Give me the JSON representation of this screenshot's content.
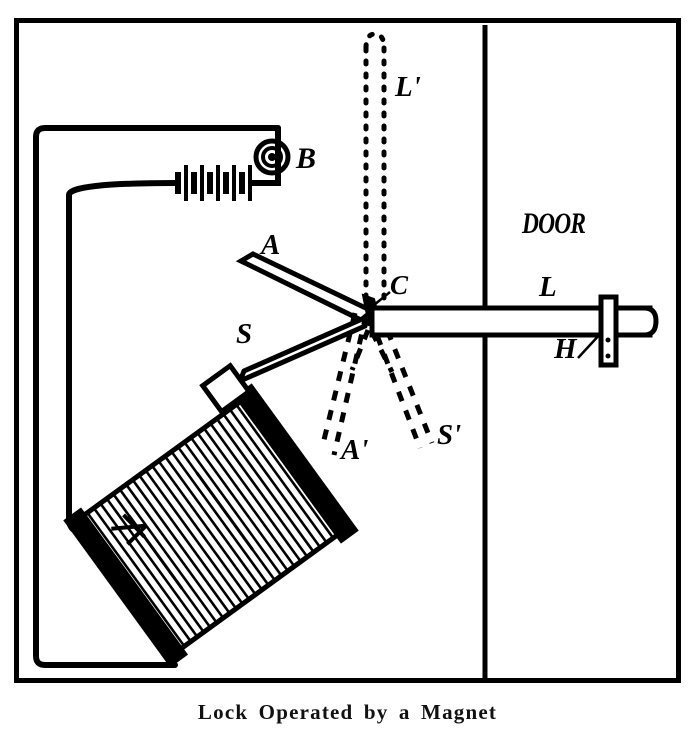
{
  "figure": {
    "caption": "Lock Operated by a Magnet",
    "border_color": "#000000",
    "ink_color": "#000000",
    "background_color": "#ffffff"
  },
  "labels": {
    "bell_push": "B",
    "armature_arm": "A",
    "spring_arm": "S",
    "armature_arm_alt": "A'",
    "spring_arm_alt": "S'",
    "catch": "C",
    "rod_raised": "L'",
    "bolt": "L",
    "keeper": "H",
    "door": "DOOR"
  },
  "parts": {
    "push_button": "push-button B",
    "battery": "battery cells",
    "electromagnet": "electromagnet coil",
    "lever": "pivoted V lever",
    "bolt_rod": "door bolt L",
    "keeper_plate": "keeper plate H",
    "door_jamb": "door jamb line",
    "lift_rod": "lift rod L'"
  }
}
